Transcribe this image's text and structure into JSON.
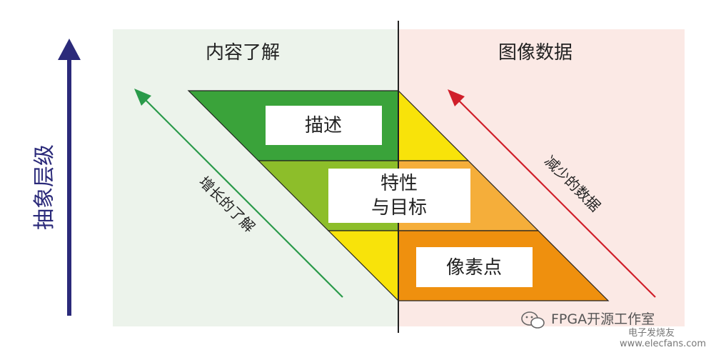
{
  "left_panel": {
    "title": "内容了解"
  },
  "right_panel": {
    "title": "图像数据"
  },
  "vertical_axis": {
    "label": "抽象层级"
  },
  "left_arrow": {
    "label": "增长的了解"
  },
  "right_arrow": {
    "label": "减少的数据"
  },
  "levels": [
    {
      "label": "描述"
    },
    {
      "label_line1": "特性",
      "label_line2": "与目标"
    },
    {
      "label": "像素点"
    }
  ],
  "watermark": {
    "text": "FPGA开源工作室",
    "small": "电子发烧友",
    "url": "www.elecfans.com"
  },
  "colors": {
    "left_bg": "#ecf3eb",
    "right_bg": "#fbe9e5",
    "axis_arrow": "#2b2a7a",
    "green_arrow": "#2a9a4a",
    "red_arrow": "#d01f2a",
    "dark_green": "#3aa33a",
    "light_green": "#8dbe2a",
    "yellow": "#f8e30a",
    "light_orange": "#f5ae3a",
    "orange": "#ef900e"
  }
}
